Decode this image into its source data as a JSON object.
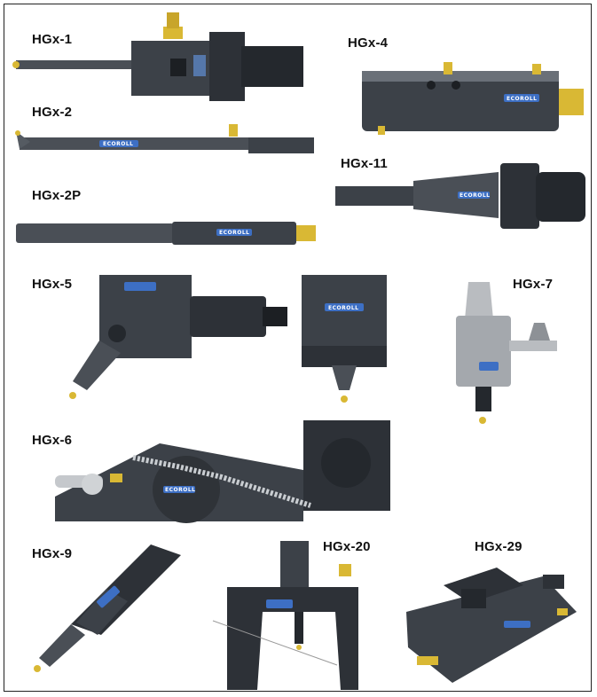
{
  "labels": {
    "hgx1": "HGx-1",
    "hgx2": "HGx-2",
    "hgx2p": "HGx-2P",
    "hgx4": "HGx-4",
    "hgx11": "HGx-11",
    "hgx5": "HGx-5",
    "hgx7": "HGx-7",
    "hgx6": "HGx-6",
    "hgx9": "HGx-9",
    "hgx20": "HGx-20",
    "hgx29": "HGx-29"
  },
  "brand_logo_text": "ECOROLL",
  "colors": {
    "body": "#3c4148",
    "body_dark": "#24282d",
    "highlight": "#6a7078",
    "brass": "#d9b834",
    "logo_blue": "#3d6fc4",
    "steel": "#b9bcc0"
  }
}
